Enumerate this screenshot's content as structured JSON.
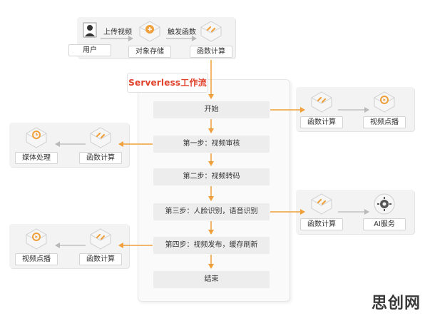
{
  "top": {
    "user_label": "用户",
    "upload_label": "上传视频",
    "storage_label": "对象存储",
    "trigger_label": "触发函数",
    "compute_label": "函数计算"
  },
  "workflow": {
    "title": "Serverless工作流",
    "steps": [
      "开始",
      "第一步：视频审核",
      "第二步：视频转码",
      "第三步：人脸识别，语音识别",
      "第四步：视频发布，缓存刷新",
      "结束"
    ]
  },
  "right1": {
    "compute_label": "函数计算",
    "target_label": "视频点播"
  },
  "right2": {
    "compute_label": "函数计算",
    "target_label": "AI服务"
  },
  "left1": {
    "target_label": "媒体处理",
    "compute_label": "函数计算"
  },
  "left2": {
    "target_label": "视频点播",
    "compute_label": "函数计算"
  },
  "watermark": "思创网",
  "colors": {
    "accent": "#f0a03a",
    "gray_arrow": "#b9b9b9",
    "title_red": "#e0412b"
  }
}
